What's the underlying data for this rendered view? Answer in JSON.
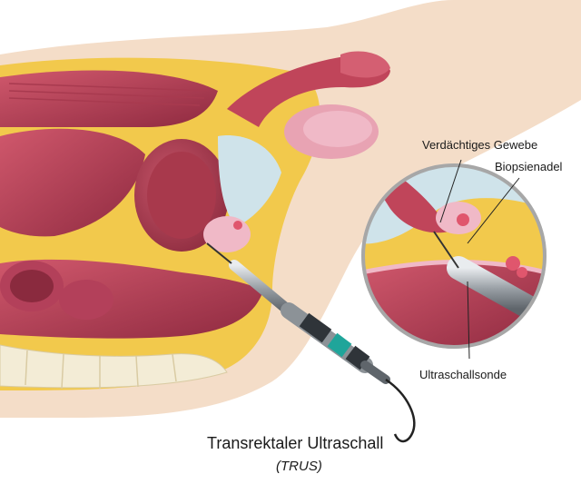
{
  "labels": {
    "suspicious_tissue": "Verdächtiges Gewebe",
    "biopsy_needle": "Biopsienadel",
    "ultrasound_probe": "Ultraschallsonde"
  },
  "caption": {
    "title": "Transrektaler Ultraschall",
    "abbreviation": "(TRUS)"
  },
  "colors": {
    "skin": "#f4ddc8",
    "fat": "#f2c94c",
    "muscle": "#c0455a",
    "muscle_dark": "#7e1f34",
    "organ_pink": "#e8a3b3",
    "prostate_pink": "#f0b9c7",
    "bone": "#f3ecd6",
    "probe_metal": "#9aa0a6",
    "probe_dark": "#2f3439",
    "probe_accent": "#1fa59a",
    "cable": "#222222"
  }
}
